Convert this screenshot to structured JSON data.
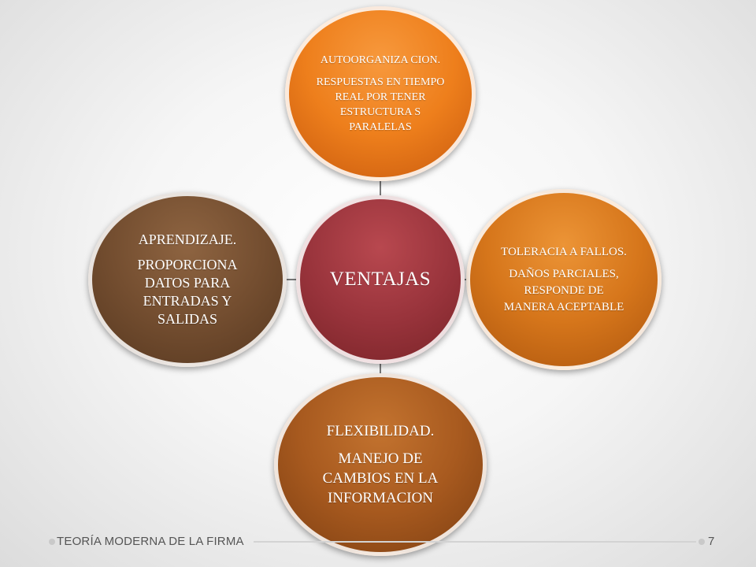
{
  "diagram": {
    "center": {
      "label": "VENTAJAS",
      "color": "#98333b"
    },
    "nodes": [
      {
        "id": "top",
        "heading": "AUTOORGANIZA CION.",
        "detail": "RESPUESTAS EN TIEMPO REAL POR TENER ESTRUCTURA S PARALELAS",
        "color": "#ee7f1c"
      },
      {
        "id": "right",
        "heading": "TOLERACIA A FALLOS.",
        "detail": "DAÑOS PARCIALES, RESPONDE DE MANERA ACEPTABLE",
        "color": "#d6761b"
      },
      {
        "id": "bottom",
        "heading": "FLEXIBILIDAD.",
        "detail": "MANEJO DE CAMBIOS EN LA INFORMACION",
        "color": "#a85a1f"
      },
      {
        "id": "left",
        "heading": "APRENDIZAJE.",
        "detail": "PROPORCIONA DATOS PARA ENTRADAS Y SALIDAS",
        "color": "#744e30"
      }
    ],
    "connector_color": "#7a7a7a"
  },
  "footer": {
    "title": "TEORÍA MODERNA DE LA FIRMA",
    "page_number": "7"
  }
}
